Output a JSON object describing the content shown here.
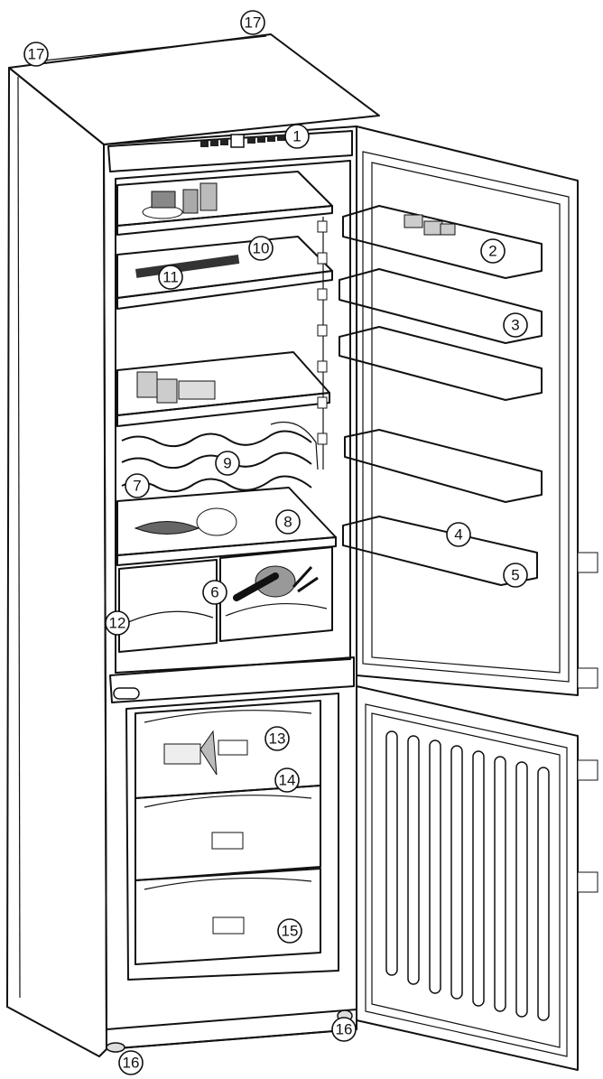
{
  "diagram": {
    "callouts": [
      "1",
      "2",
      "3",
      "4",
      "5",
      "6",
      "7",
      "8",
      "9",
      "10",
      "11",
      "12",
      "13",
      "14",
      "15",
      "16",
      "16",
      "17",
      "17"
    ]
  }
}
